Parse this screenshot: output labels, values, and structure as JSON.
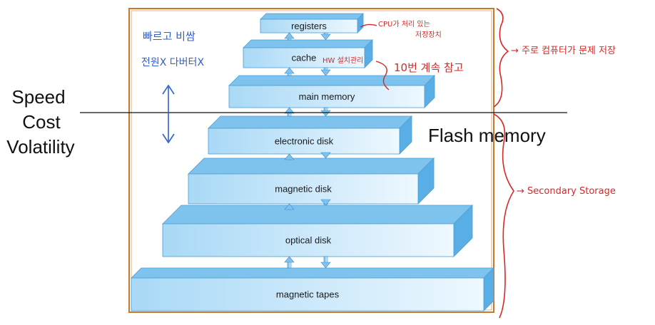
{
  "levels": [
    {
      "label": "registers"
    },
    {
      "label": "cache"
    },
    {
      "label": "main memory"
    },
    {
      "label": "electronic disk"
    },
    {
      "label": "magnetic disk"
    },
    {
      "label": "optical disk"
    },
    {
      "label": "magnetic tapes"
    }
  ],
  "left_labels": [
    "Speed",
    "Cost",
    "Volatility"
  ],
  "divider_label": "Flash memory",
  "annotations": {
    "blue_line1": "빠르고 비쌈",
    "blue_line2": "전원X 다버터X",
    "registers_note_line1": "CPU가 처리 있는",
    "registers_note_line2": "저장장치",
    "cache_note": "HW 설치관리",
    "cache_side_note": "10번 계속 참고",
    "main_bracket_note": "→ 주로 컴퓨터가 문제 저장",
    "secondary_note": "→ Secondary Storage"
  },
  "colors": {
    "box_top": "#7ec3ee",
    "box_front_light": "#eaf6fe",
    "box_front_dark": "#a9d9f6",
    "box_side": "#5aaee6",
    "frame": "#c8782a",
    "red_ink": "#d62828",
    "blue_ink": "#2f5fd0"
  }
}
